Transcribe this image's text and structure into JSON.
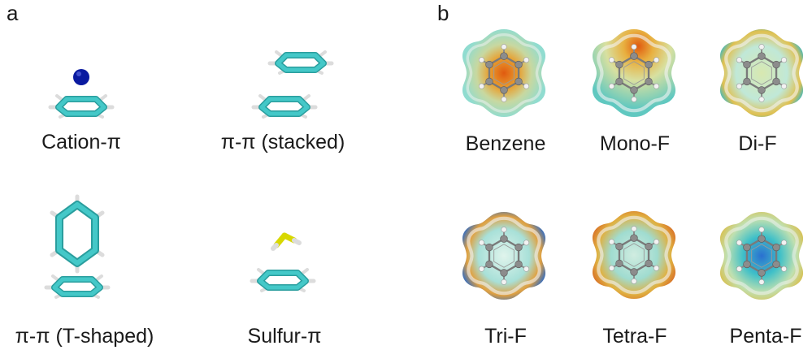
{
  "panel_a": {
    "letter": "a",
    "labels": [
      "Cation-π",
      "π-π (stacked)",
      "π-π (T-shaped)",
      "Sulfur-π"
    ]
  },
  "panel_b": {
    "letter": "b",
    "labels": [
      "Benzene",
      "Mono-F",
      "Di-F",
      "Tri-F",
      "Tetra-F",
      "Penta-F"
    ]
  },
  "colors": {
    "carbon": "#35b8b8",
    "hydrogen": "#e8e8e8",
    "cation": "#0a1aa0",
    "sulfur": "#d8d800",
    "esp_negative": "#e05a10",
    "esp_neutral": "#b8e8d8",
    "esp_positive": "#1a50c0"
  }
}
